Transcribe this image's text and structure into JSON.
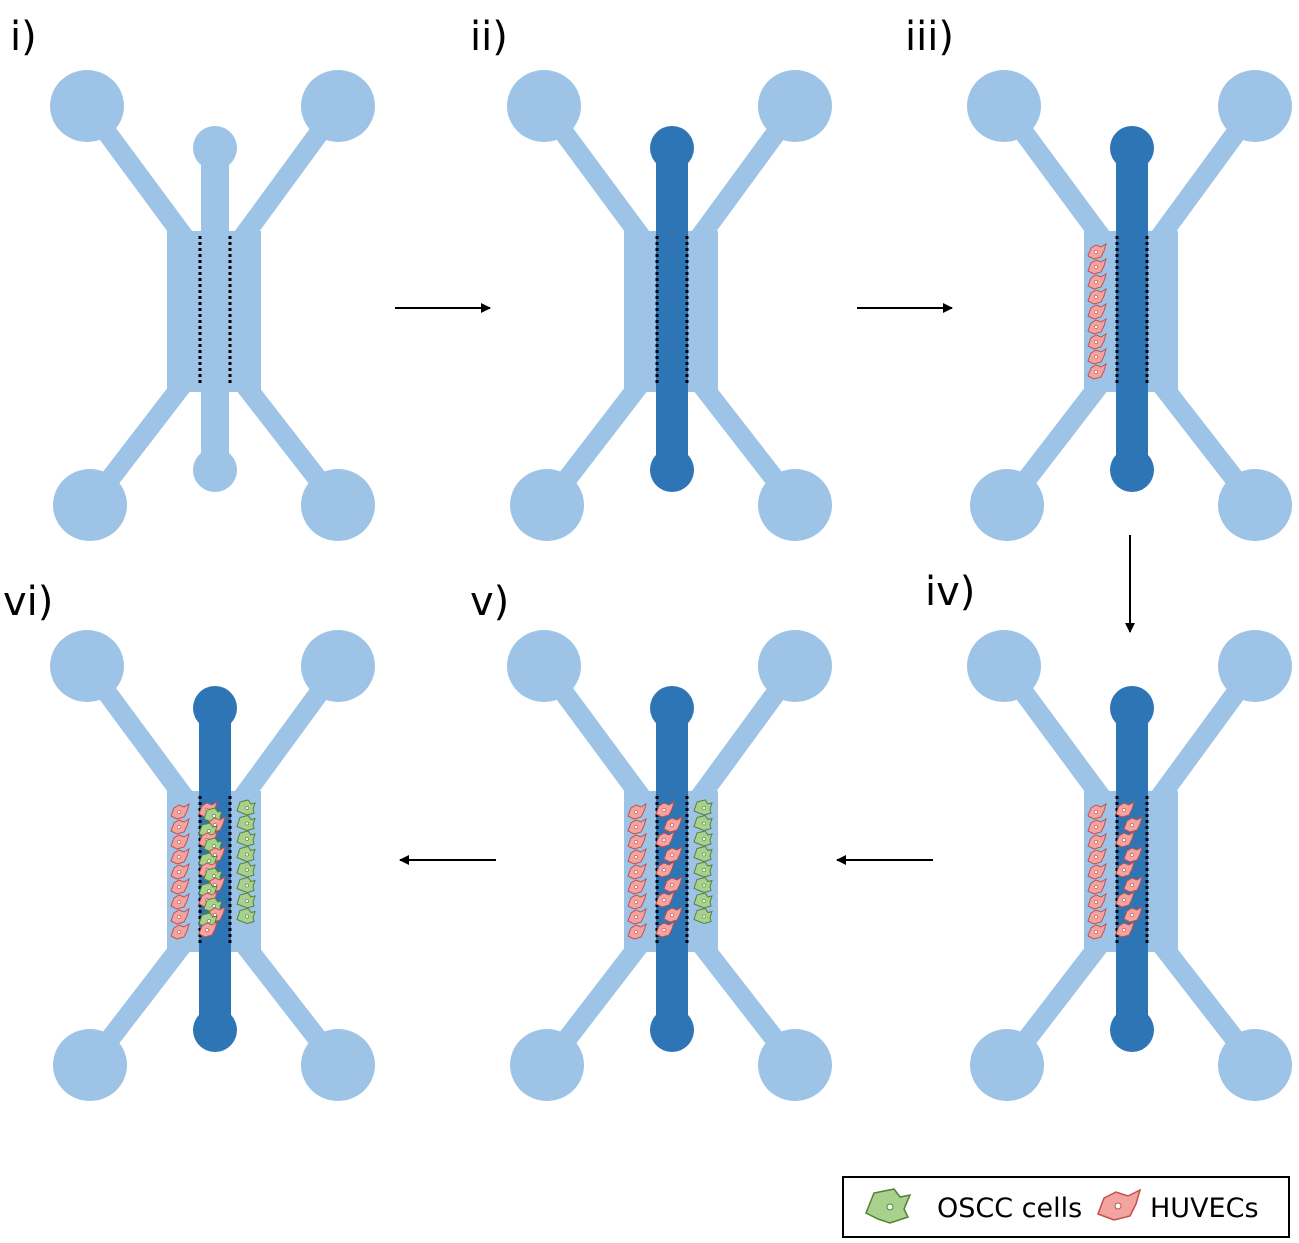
{
  "colors": {
    "chip": "#9dc3e6",
    "channel": "#2e75b6",
    "oscc": "#a9d18e",
    "oscc_stroke": "#548235",
    "huvec": "#f4a4a0",
    "huvec_stroke": "#c0504d",
    "dots": "#000000"
  },
  "steps": [
    {
      "label": "i)",
      "channel_filled": false,
      "huvec_left": false,
      "huvec_center": false,
      "oscc_center": false,
      "oscc_right": false
    },
    {
      "label": "ii)",
      "channel_filled": true,
      "huvec_left": false,
      "huvec_center": false,
      "oscc_center": false,
      "oscc_right": false
    },
    {
      "label": "iii)",
      "channel_filled": true,
      "huvec_left": true,
      "huvec_center": false,
      "oscc_center": false,
      "oscc_right": false
    },
    {
      "label": "iv)",
      "channel_filled": true,
      "huvec_left": true,
      "huvec_center": true,
      "oscc_center": false,
      "oscc_right": false
    },
    {
      "label": "v)",
      "channel_filled": true,
      "huvec_left": true,
      "huvec_center": true,
      "oscc_center": false,
      "oscc_right": true
    },
    {
      "label": "vi)",
      "channel_filled": true,
      "huvec_left": true,
      "huvec_center": true,
      "oscc_center": true,
      "oscc_right": true
    }
  ],
  "legend": {
    "oscc_label": "OSCC cells",
    "huvec_label": "HUVECs",
    "oscc_icon": "oscc-cell-icon",
    "huvec_icon": "huvec-cell-icon"
  }
}
